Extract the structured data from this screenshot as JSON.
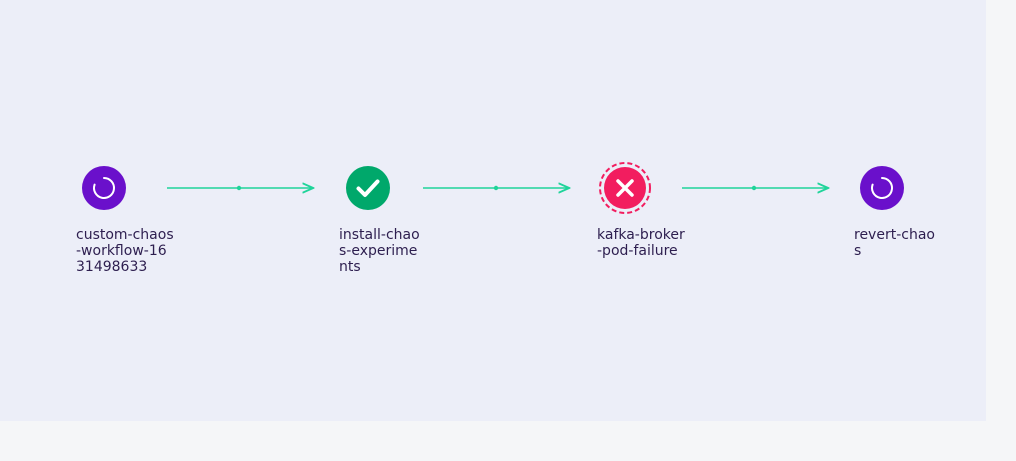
{
  "colors": {
    "running": "#6a10cb",
    "succeeded": "#00a86b",
    "failed": "#f21d5f",
    "edge": "#1fd49a",
    "label_text": "#2d1e4f",
    "canvas_bg": "#eceef8",
    "page_bg": "#f5f6f8"
  },
  "workflow": {
    "steps": [
      {
        "label": "custom-chaos-workflow-1631498633",
        "status": "running",
        "icon": "spinner-icon"
      },
      {
        "label": "install-chaos-experiments",
        "status": "succeeded",
        "icon": "check-icon"
      },
      {
        "label": "kafka-broker-pod-failure",
        "status": "failed",
        "icon": "close-icon"
      },
      {
        "label": "revert-chaos",
        "status": "running",
        "icon": "spinner-icon"
      }
    ]
  }
}
